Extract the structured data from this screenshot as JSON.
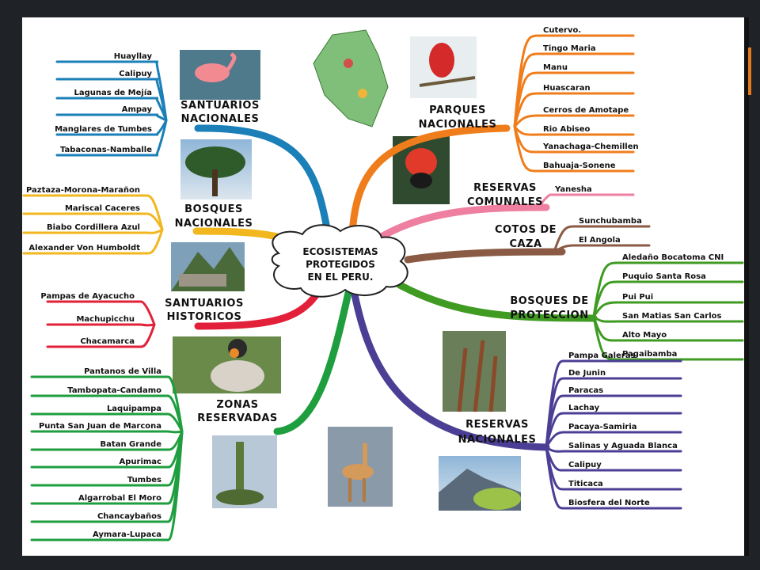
{
  "center": {
    "lines": [
      "ECOSISTEMAS",
      "PROTEGIDOS",
      "EN EL PERU."
    ]
  },
  "branches": [
    {
      "id": "santuarios-nacionales",
      "lines": [
        "SANTUARIOS",
        "NACIONALES"
      ],
      "color": "#1b7fb8",
      "items": [
        "Huayllay",
        "Calipuy",
        "Lagunas de Mejía",
        "Ampay",
        "Manglares de Tumbes",
        "Tabaconas-Namballe"
      ]
    },
    {
      "id": "bosques-nacionales",
      "lines": [
        "BOSQUES",
        "NACIONALES"
      ],
      "color": "#f2b71f",
      "items": [
        "Paztaza-Morona-Marañon",
        "Mariscal Caceres",
        "Biabo Cordillera Azul",
        "Alexander Von Humboldt"
      ]
    },
    {
      "id": "santuarios-historicos",
      "lines": [
        "SANTUARIOS",
        "HISTORICOS"
      ],
      "color": "#e3203a",
      "items": [
        "Pampas de Ayacucho",
        "Machupicchu",
        "Chacamarca"
      ]
    },
    {
      "id": "zonas-reservadas",
      "lines": [
        "ZONAS",
        "RESERVADAS"
      ],
      "color": "#1e9e3e",
      "items": [
        "Pantanos de Villa",
        "Tambopata-Candamo",
        "Laquipampa",
        "Punta San Juan de Marcona",
        "Batan Grande",
        "Apurimac",
        "Tumbes",
        "Algarrobal El Moro",
        "Chancaybaños",
        "Aymara-Lupaca"
      ]
    },
    {
      "id": "parques-nacionales",
      "lines": [
        "PARQUES",
        "NACIONALES"
      ],
      "color": "#f07d1b",
      "items": [
        "Cutervo.",
        "Tingo Maria",
        "Manu",
        "Huascaran",
        "Cerros de Amotape",
        "Rio Abiseo",
        "Yanachaga-Chemillen",
        "Bahuaja-Sonene"
      ]
    },
    {
      "id": "reservas-comunales",
      "lines": [
        "RESERVAS",
        "COMUNALES"
      ],
      "color": "#ee7fa0",
      "items": [
        "Yanesha"
      ]
    },
    {
      "id": "cotos-de-caza",
      "lines": [
        "COTOS DE",
        "CAZA"
      ],
      "color": "#8a5a44",
      "items": [
        "Sunchubamba",
        "El Angola"
      ]
    },
    {
      "id": "bosques-de-proteccion",
      "lines": [
        "BOSQUES DE",
        "PROTECCION"
      ],
      "color": "#3f9b22",
      "items": [
        "Aledaño Bocatoma CNI",
        "Puquio Santa Rosa",
        "Pui Pui",
        "San Matias San Carlos",
        "Alto Mayo",
        "Pagaibamba"
      ]
    },
    {
      "id": "reservas-nacionales",
      "lines": [
        "RESERVAS",
        "NACIONALES"
      ],
      "color": "#4b3f95",
      "items": [
        "Pampa Galeras",
        "De Junin",
        "Paracas",
        "Lachay",
        "Pacaya-Samiria",
        "Salinas y Aguada Blanca",
        "Calipuy",
        "Titicaca",
        "Biosfera del Norte"
      ]
    }
  ]
}
